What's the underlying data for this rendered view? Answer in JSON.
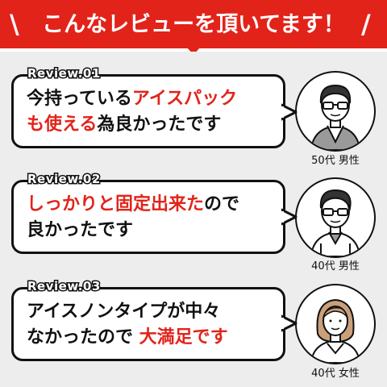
{
  "banner": {
    "title": "こんなレビューを頂いてます！",
    "slash_left": "\\",
    "slash_right": "/"
  },
  "reviews": [
    {
      "label": "Review.01",
      "line1_a": "今持っている",
      "line1_b": "アイスパック",
      "line2_a": "も使える",
      "line2_b": "為良かったです",
      "caption": "50代 男性",
      "avatar": "man-glasses-icon"
    },
    {
      "label": "Review.02",
      "line1_a": "しっかりと固定出来た",
      "line1_b": "ので",
      "line2_a": "良かったです",
      "caption": "40代 男性",
      "avatar": "man-glasses-icon"
    },
    {
      "label": "Review.03",
      "line1_a": "アイスノンタイプが中々",
      "line2_a": "なかったので ",
      "line2_b": "大満足です",
      "caption": "40代 女性",
      "avatar": "woman-icon"
    }
  ],
  "colors": {
    "accent": "#e2231a",
    "panel": "#ededed",
    "ink": "#111111"
  }
}
